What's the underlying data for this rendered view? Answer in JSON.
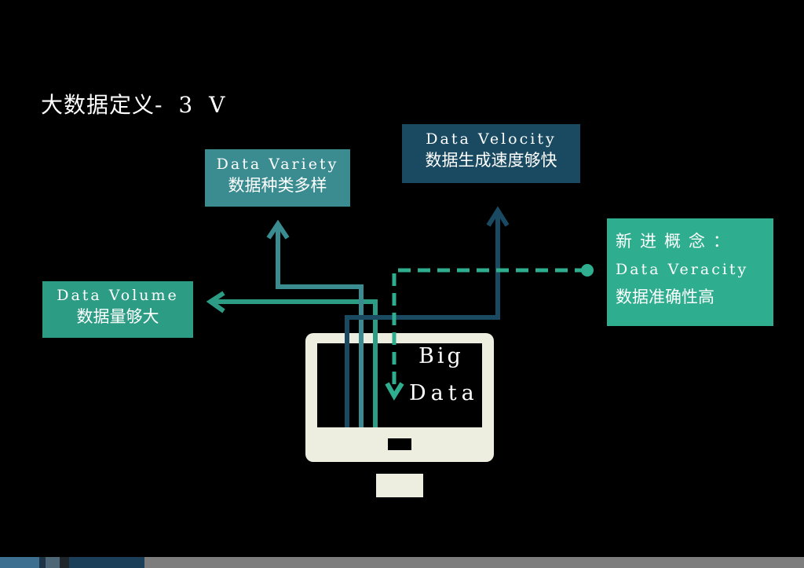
{
  "title": {
    "main": "大数据定义",
    "suffix": "- 3 V"
  },
  "boxes": {
    "variety": {
      "en": "Data Variety",
      "zh": "数据种类多样"
    },
    "velocity": {
      "en": "Data Velocity",
      "zh": "数据生成速度够快"
    },
    "volume": {
      "en": "Data Volume",
      "zh": "数据量够大"
    },
    "veracity": {
      "concept": "新进概念：",
      "en": "Data Veracity",
      "zh": "数据准确性高"
    }
  },
  "center": {
    "line1": "Big",
    "line2": "Data",
    "icon": "computer-monitor-icon"
  },
  "colors": {
    "background": "#000000",
    "variety": "#3a8c91",
    "velocity": "#194a61",
    "volume": "#2c9c84",
    "veracity": "#2fae8f",
    "monitor_body": "#eeeee0",
    "footer": "#7d7d7d"
  }
}
